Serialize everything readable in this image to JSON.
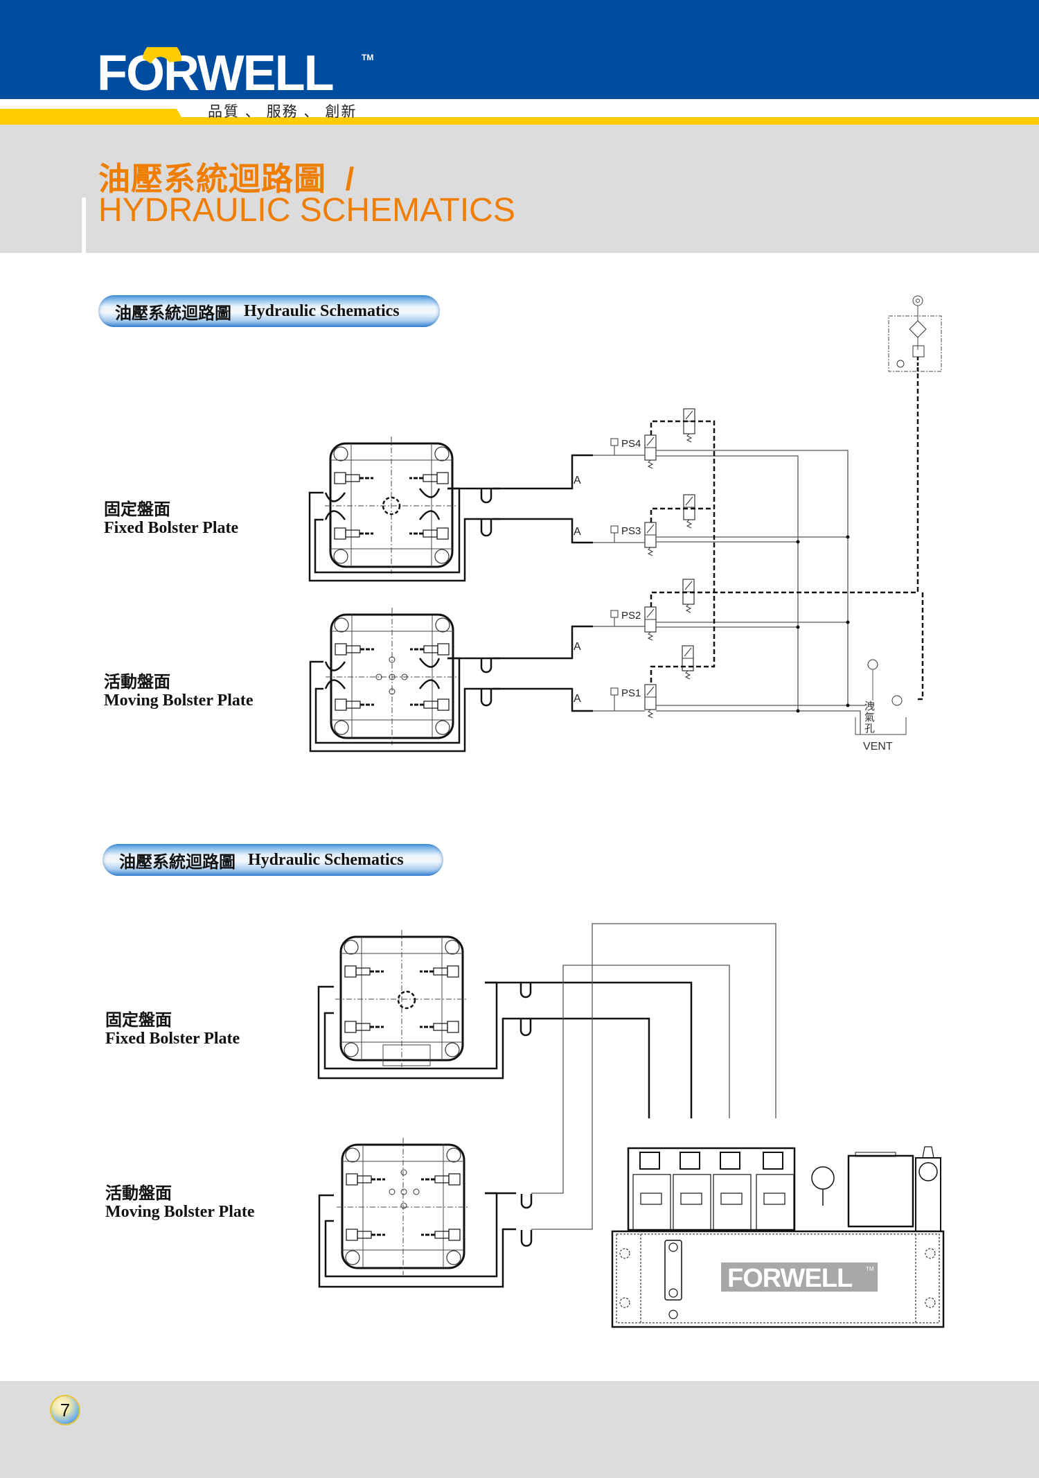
{
  "brand": {
    "name": "FORWELL",
    "trademark": "TM",
    "tagline": "品質 、 服務 、 創新",
    "colors": {
      "blue": "#004c9f",
      "yellow": "#ffcc00",
      "orange": "#ef7d00",
      "gray": "#dcdcdc"
    }
  },
  "page": {
    "title_cn": "油壓系統迴路圖  /",
    "title_en": "HYDRAULIC SCHEMATICS",
    "page_number": "7"
  },
  "sections": [
    {
      "pill_cn": "油壓系統迴路圖",
      "pill_en": "Hydraulic Schematics",
      "fixed_label_cn": "固定盤面",
      "fixed_label_en": "Fixed Bolster Plate",
      "moving_label_cn": "活動盤面",
      "moving_label_en": "Moving Bolster Plate",
      "line_labels": [
        "A",
        "A",
        "A",
        "A"
      ],
      "pressure_switches": [
        "PS4",
        "PS3",
        "PS2",
        "PS1"
      ],
      "vent_cn": "洩氣孔",
      "vent_en": "VENT"
    },
    {
      "pill_cn": "油壓系統迴路圖",
      "pill_en": "Hydraulic Schematics",
      "fixed_label_cn": "固定盤面",
      "fixed_label_en": "Fixed Bolster Plate",
      "moving_label_cn": "活動盤面",
      "moving_label_en": "Moving Bolster Plate",
      "unit_logo": "FORWELL",
      "unit_logo_tm": "TM"
    }
  ]
}
